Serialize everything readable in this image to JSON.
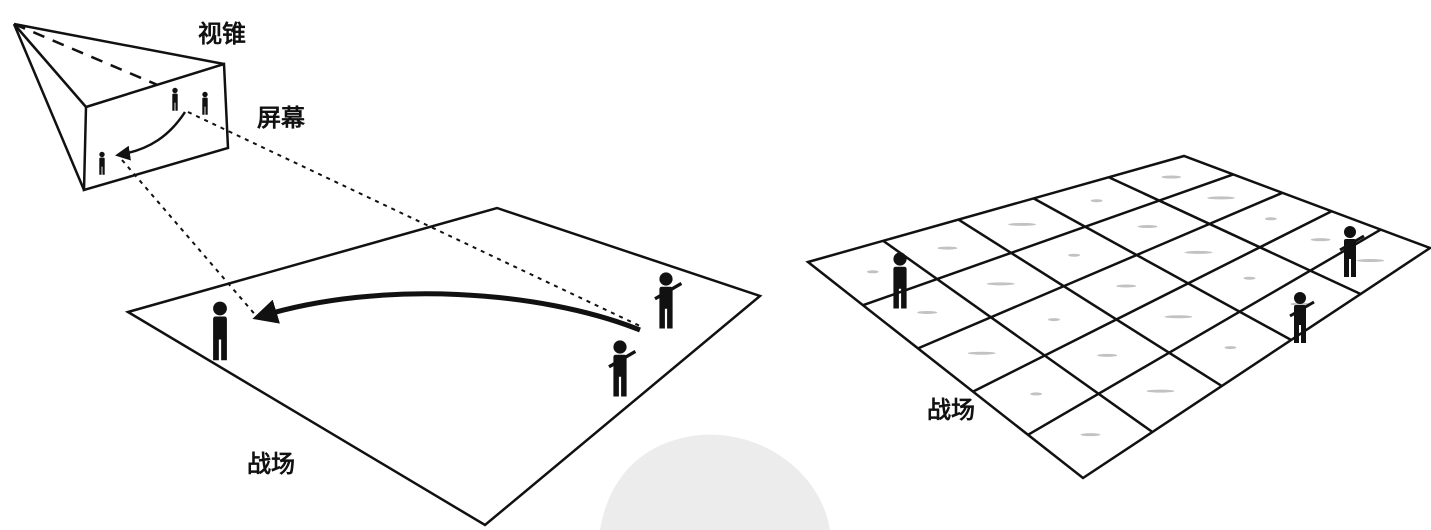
{
  "labels": {
    "frustum": "视锥",
    "screen": "屏幕",
    "battlefield_left": "战场",
    "battlefield_right": "战场"
  },
  "colors": {
    "ink": "#111111",
    "watermark": "#e9e9e9",
    "background": "#ffffff"
  },
  "left_panel": {
    "units_on_battlefield": 3,
    "units_on_screen": 3
  },
  "right_panel": {
    "grid_rows": 5,
    "grid_cols": 5,
    "units": 3
  }
}
